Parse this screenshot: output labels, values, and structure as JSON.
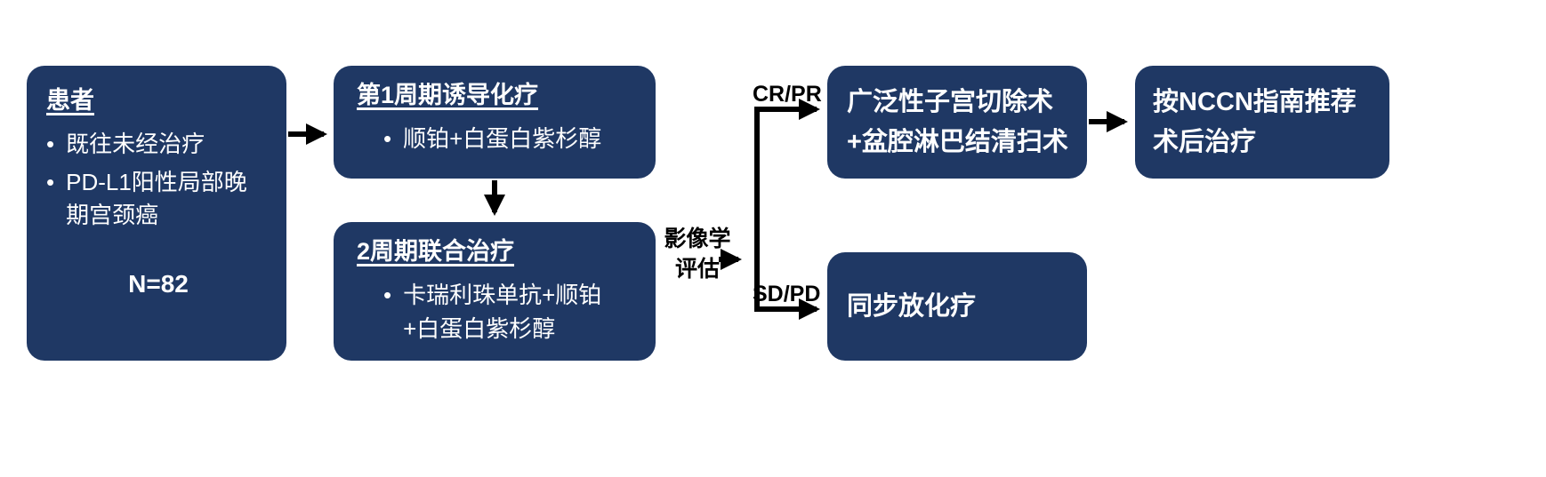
{
  "diagram": {
    "colors": {
      "box_bg": "#1F3864",
      "box_text": "#FFFFFF",
      "arrow": "#000000"
    },
    "boxes": {
      "patients": {
        "title": "患者",
        "bullets": [
          "既往未经治疗",
          "PD-L1阳性局部晚期宫颈癌"
        ],
        "n_value": "N=82"
      },
      "cycle1": {
        "title": "第1周期诱导化疗",
        "bullets": [
          "顺铂+白蛋白紫杉醇"
        ]
      },
      "cycle2": {
        "title": "2周期联合治疗",
        "bullets": [
          "卡瑞利珠单抗+顺铂+白蛋白紫杉醇"
        ]
      },
      "surgery": {
        "text": "广泛性子宫切除术+盆腔淋巴结清扫术"
      },
      "nccn": {
        "text": "按NCCN指南推荐术后治疗"
      },
      "ccrt": {
        "text": "同步放化疗"
      }
    },
    "labels": {
      "imaging_assessment": "影像学评估",
      "cr_pr": "CR/PR",
      "sd_pd": "SD/PD"
    }
  }
}
